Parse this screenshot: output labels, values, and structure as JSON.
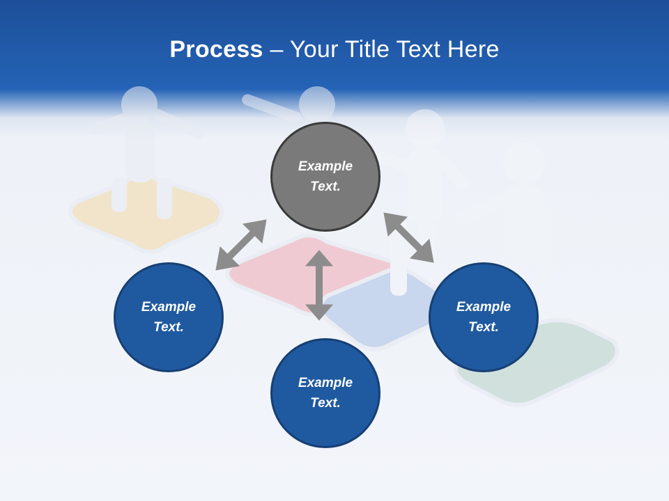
{
  "title": {
    "bold": "Process",
    "rest": " – Your Title Text Here"
  },
  "nodes": {
    "center": {
      "line1": "Example",
      "line2": "Text."
    },
    "left": {
      "line1": "Example",
      "line2": "Text."
    },
    "right": {
      "line1": "Example",
      "line2": "Text."
    },
    "bottom": {
      "line1": "Example",
      "line2": "Text."
    }
  },
  "colors": {
    "header": "#2563b6",
    "node_center": "#7a7a7a",
    "node_blue": "#1f5aa0",
    "arrow": "#8c8c8c"
  }
}
